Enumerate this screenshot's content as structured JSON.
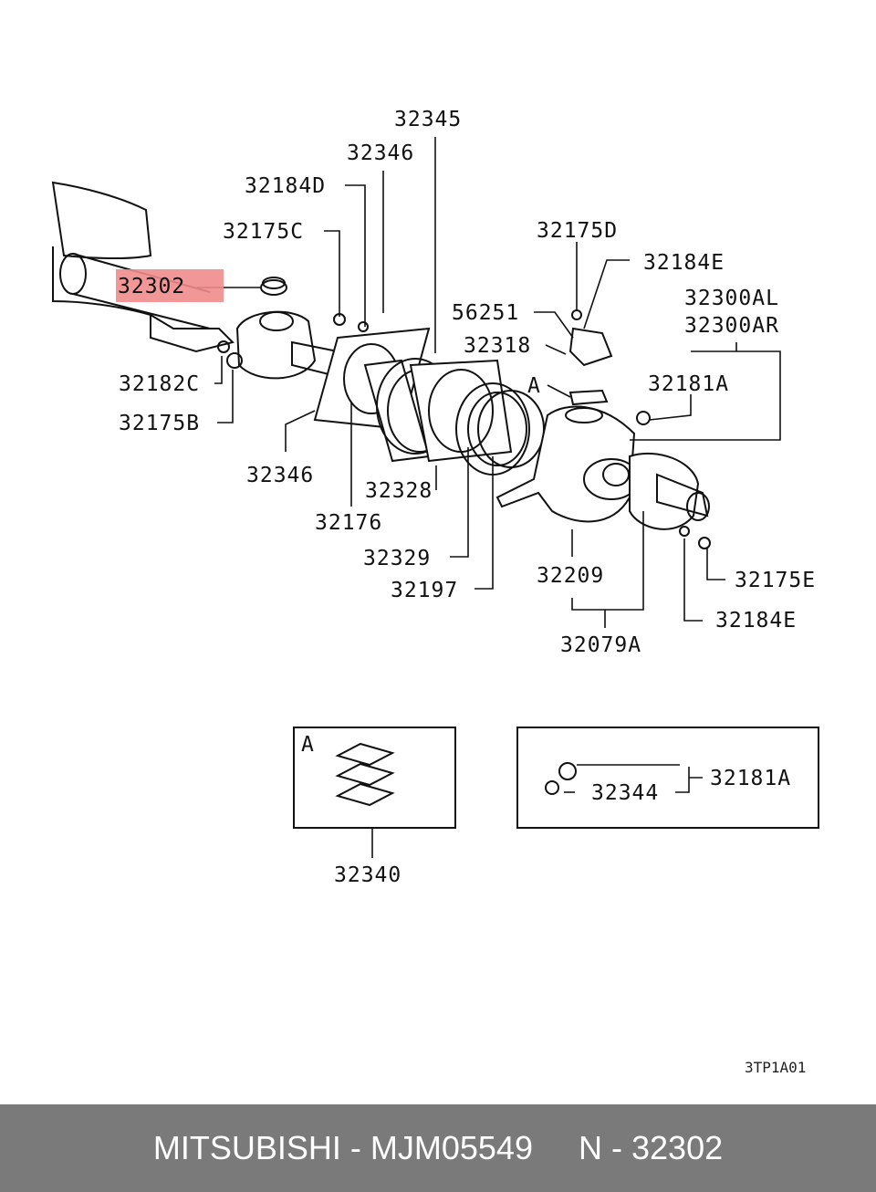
{
  "labels": {
    "p32345": "32345",
    "p32346_top": "32346",
    "p32184D": "32184D",
    "p32175C": "32175C",
    "p32302": "32302",
    "p32182C": "32182C",
    "p32175B": "32175B",
    "p32346_bot": "32346",
    "p32176": "32176",
    "p32328": "32328",
    "p32329": "32329",
    "p32197": "32197",
    "p32175D": "32175D",
    "p32184E_top": "32184E",
    "p56251": "56251",
    "p32318": "32318",
    "p32300AL": "32300AL",
    "p32300AR": "32300AR",
    "markA": "A",
    "p32181A_top": "32181A",
    "p32209": "32209",
    "p32079A": "32079A",
    "p32175E": "32175E",
    "p32184E_bot": "32184E",
    "boxA_letter": "A",
    "p32340": "32340",
    "p32344": "32344",
    "p32181A_box": "32181A"
  },
  "drawing_code": "3TP1A01",
  "footer": {
    "brand": "MITSUBISHI",
    "sep": " - ",
    "part_number": "MJM05549",
    "gap": "     ",
    "ref_prefix": "N - ",
    "ref": "32302"
  },
  "colors": {
    "highlight": "#f08c8c",
    "footer_bg": "#7a7a7a",
    "footer_text": "#ffffff",
    "ink": "#111111"
  }
}
